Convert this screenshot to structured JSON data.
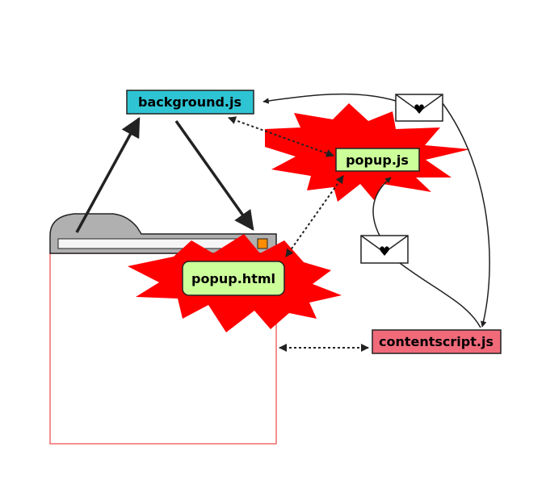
{
  "labels": {
    "background": "background.js",
    "popup_js": "popup.js",
    "popup_html": "popup.html",
    "contentscript": "contentscript.js"
  },
  "colors": {
    "background_box": "#2ec4d4",
    "popup_box": "#ccff99",
    "contentscript_box": "#f06a7a",
    "burst": "#ff0000",
    "browser_frame": "#f26a6a",
    "browser_tab": "#b0b0b0",
    "extension_button": "#ff8c00"
  },
  "icons": [
    "envelope-heart-icon",
    "envelope-heart-icon",
    "extension-button-icon"
  ]
}
